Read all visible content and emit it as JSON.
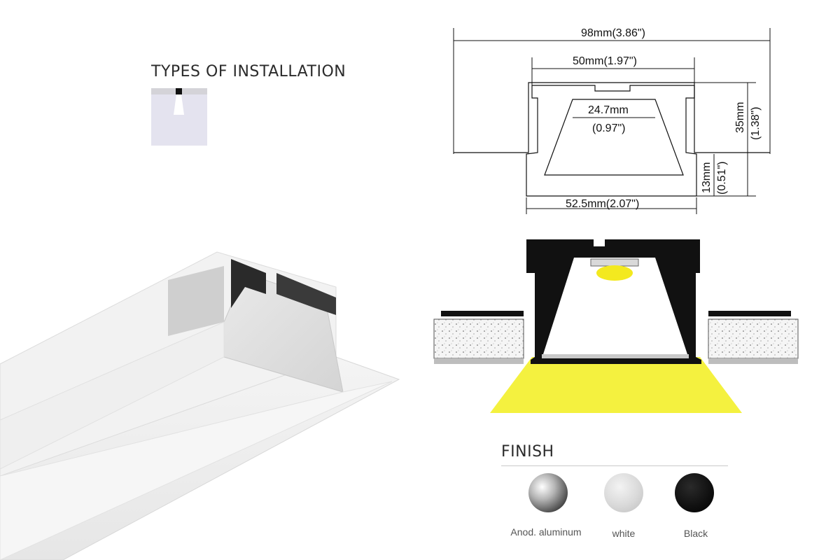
{
  "installation": {
    "heading": "TYPES OF INSTALLATION"
  },
  "dimensions": {
    "overall_width": "98mm(3.86\")",
    "top_width": "50mm(1.97\")",
    "inner_width_mm": "24.7mm",
    "inner_width_in": "(0.97\")",
    "height_mm": "35mm",
    "height_in": "(1.38\")",
    "lower_height_mm": "13mm",
    "lower_height_in": "(0.51\")",
    "bottom_width": "52.5mm(2.07\")"
  },
  "finish": {
    "heading": "FINISH",
    "options": [
      {
        "label": "Anod. aluminum",
        "color": "#b8b8b8"
      },
      {
        "label": "white",
        "color": "#dedede"
      },
      {
        "label": "Black",
        "color": "#111111"
      }
    ]
  },
  "colors": {
    "light_beam": "#f3f02a",
    "profile_black": "#111111",
    "install_icon_bg": "#e4e3ef"
  }
}
